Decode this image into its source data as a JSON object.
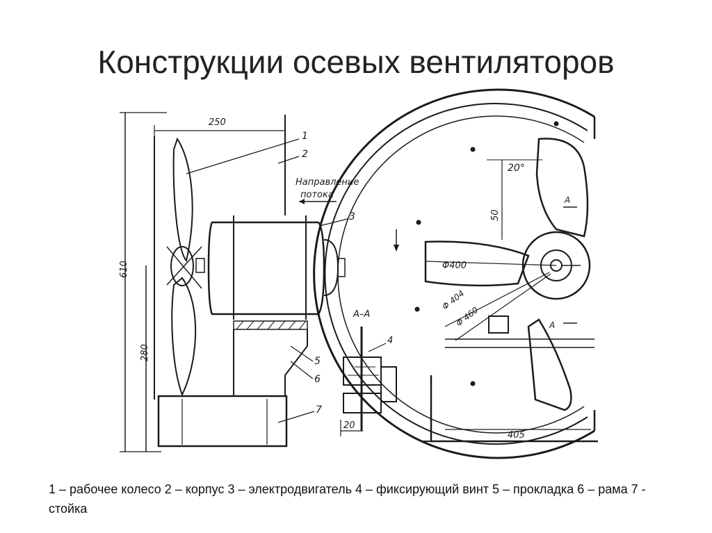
{
  "slide": {
    "title": "Конструкции осевых вентиляторов",
    "caption": "1 – рабочее колесо 2 – корпус 3 – электродвигатель 4 – фиксирующий винт 5 – прокладка 6 – рама 7 - стойка"
  },
  "drawing": {
    "dim_width_top": "250",
    "dim_height_total": "610",
    "dim_height_lower": "280",
    "flow_label_line1": "Направление",
    "flow_label_line2": "потока",
    "section_label": "A–A",
    "dim_screw_width": "20",
    "angle_label": "20°",
    "dim_vertical": "50",
    "dia_400": "Φ400",
    "dia_404": "Φ 404",
    "dia_460": "Φ 460",
    "dim_bottom": "405",
    "section_marker": "A",
    "callouts": [
      "1",
      "2",
      "3",
      "4",
      "5",
      "6",
      "7"
    ]
  }
}
